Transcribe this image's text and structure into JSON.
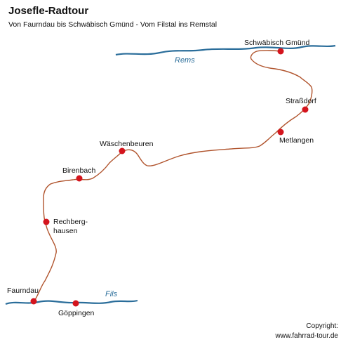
{
  "header": {
    "title": "Josefle-Radtour",
    "subtitle": "Von Faurndau bis Schwäbisch Gmünd - Vom Filstal ins Remstal"
  },
  "rivers": {
    "rems": "Rems",
    "fils": "Fils"
  },
  "places": {
    "schwaebisch_gmuend": "Schwäbisch Gmünd",
    "strassdorf": "Straßdorf",
    "metlangen": "Metlangen",
    "waeschenbeuren": "Wäschenbeuren",
    "birenbach": "Birenbach",
    "rechberghausen_1": "Rechberg-",
    "rechberghausen_2": "hausen",
    "faurndau": "Faurndau",
    "goeppingen": "Göppingen"
  },
  "footer": {
    "copyright_label": "Copyright:",
    "copyright_site": "www.fahrrad-tour.de"
  },
  "colors": {
    "route": "#b0532c",
    "river": "#2a6d9a",
    "marker": "#d4141d",
    "background": "#ffffff"
  },
  "icons": {
    "marker": "red-dot"
  }
}
